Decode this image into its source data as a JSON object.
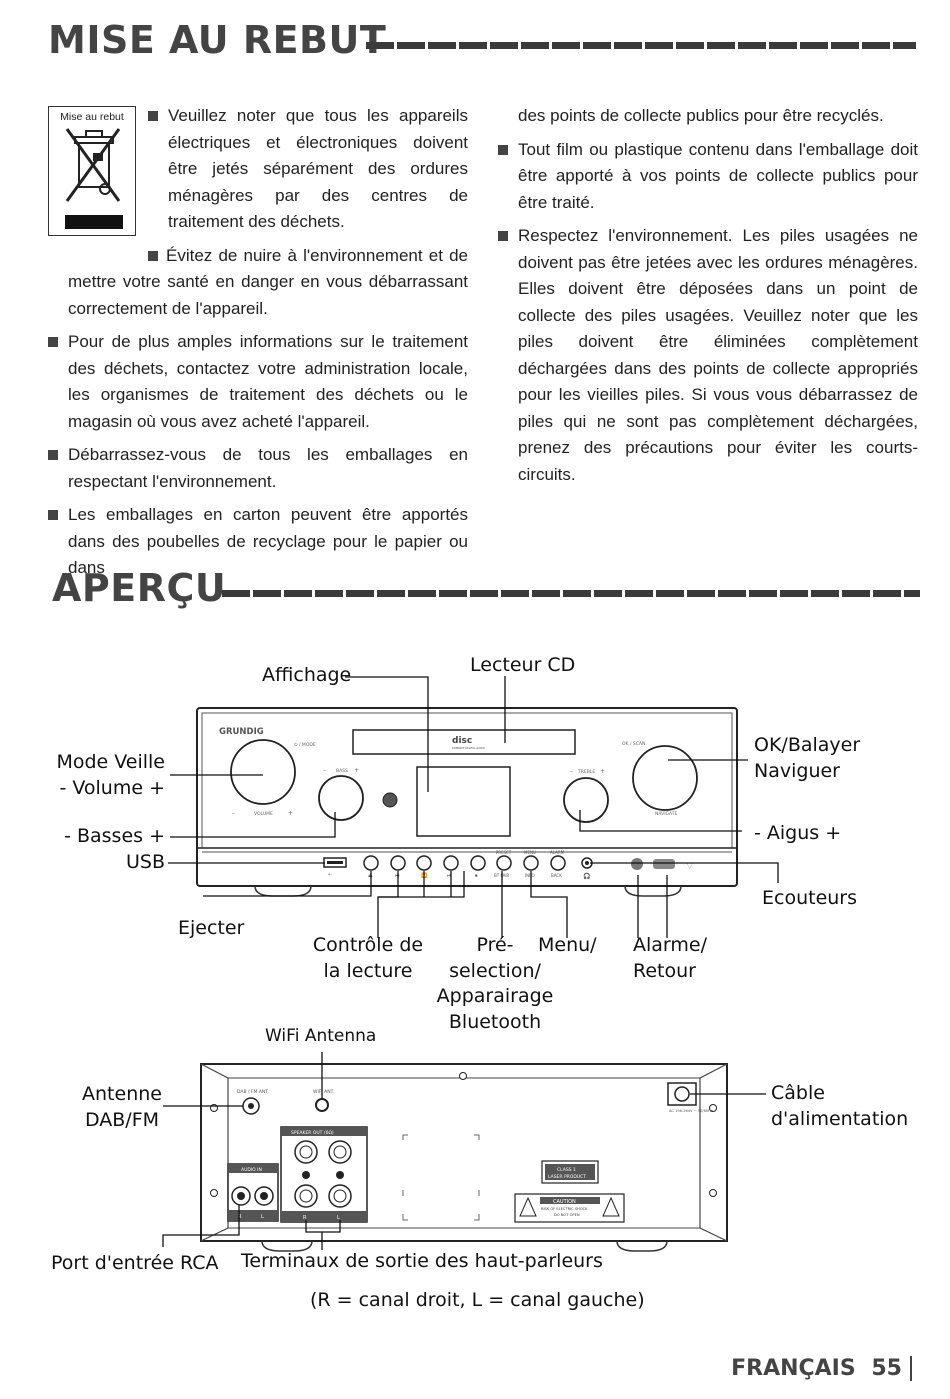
{
  "section1": {
    "title": "MISE AU REBUT",
    "icon_label": "Mise au rebut",
    "p1": "Veuillez noter que tous les appareils élec­triques et électroniques doivent être jetés séparément des ordures ménagères par des centres de traitement des déchets.",
    "p2": "Évitez de nuire à l'environnement et de mettre votre santé en danger en vous débarrassant correctement de l'appareil.",
    "p3": "Pour de plus amples informations sur le traitement des déchets, contactez votre administration locale, les or­ganismes de traitement des déchets ou le magasin où vous avez acheté l'appareil.",
    "p4": "Débarrassez-vous de tous les emballages en respec­tant l'environnement.",
    "p5": "Les emballages en carton peuvent être apportés dans des poubelles de recyclage pour le papier ou dans",
    "p5_cont": "des points de collecte publics pour être recyclés.",
    "p6": "Tout film ou plastique contenu dans l'emballage doit être apporté à vos points de collecte publics pour être traité.",
    "p7": "Respectez l'environnement. Les piles usagées ne doivent pas être jetées avec les ordures ménagères. Elles doivent être déposées dans un point de collecte des piles usagées. Veuillez noter que les piles doivent être éliminées complètement déchargées dans des points de collecte appropriés pour les vieilles piles. Si vous vous débarrassez de piles qui ne sont pas com­plètement déchargées, prenez des précautions pour éviter les courts-circuits."
  },
  "section2": {
    "title": "APERÇU",
    "front_labels": {
      "affichage": "Affichage",
      "lecteur_cd": "Lecteur CD",
      "mode_veille_1": "Mode Veille",
      "mode_veille_2": "- Volume +",
      "ok_1": "OK/Balayer",
      "ok_2": "Naviguer",
      "basses": "- Basses +",
      "usb": "USB",
      "aigus": "- Aigus +",
      "ecouteurs": "Ecouteurs",
      "ejecter": "Ejecter",
      "controle_1": "Contrôle de",
      "controle_2": "la lecture",
      "pre_1": "Pré-",
      "pre_2": "selection/",
      "pre_3": "Apparairage",
      "pre_4": "Bluetooth",
      "menu": "Menu/",
      "alarme_1": "Alarme/",
      "alarme_2": "Retour"
    },
    "front_panel_text": {
      "brand": "GRUNDIG",
      "mode": "⏻ / MODE",
      "volume": "VOLUME",
      "bass": "BASS",
      "treble": "TREBLE",
      "ok_scan": "OK / SCAN",
      "navigate": "NAVIGATE",
      "cd_logo": "disc",
      "cd_logo_sub": "COMPACT DIGITAL AUDIO",
      "preset": "PRESET",
      "menu": "MENU",
      "alarm": "ALARM",
      "bt_pair": "BT PAIR",
      "info": "INFO",
      "back": "BACK"
    },
    "back_labels": {
      "wifi": "WiFi Antenna",
      "antenne_1": "Antenne",
      "antenne_2": "DAB/FM",
      "cable_1": "Câble",
      "cable_2": "d'alimentation",
      "rca": "Port d'entrée RCA",
      "speaker": "Terminaux de sortie des haut-parleurs",
      "note": "(R = canal droit, L = canal gauche)"
    },
    "back_panel_text": {
      "dab_fm_ant": "DAB / FM ANT.",
      "wifi_ant": "WIFI ANT.",
      "speaker_out": "SPEAKER OUT (6Ω)",
      "audio_in": "AUDIO IN",
      "r": "R",
      "l": "L",
      "ac": "AC 198-264V ~ 50/60Hz",
      "laser_1": "CLASS 1",
      "laser_2": "LASER PRODUCT",
      "caution": "CAUTION",
      "caution_2": "RISK OF ELECTRIC SHOCK",
      "caution_3": "DO NOT OPEN"
    }
  },
  "footer": {
    "language": "FRANÇAIS",
    "page": "55"
  }
}
